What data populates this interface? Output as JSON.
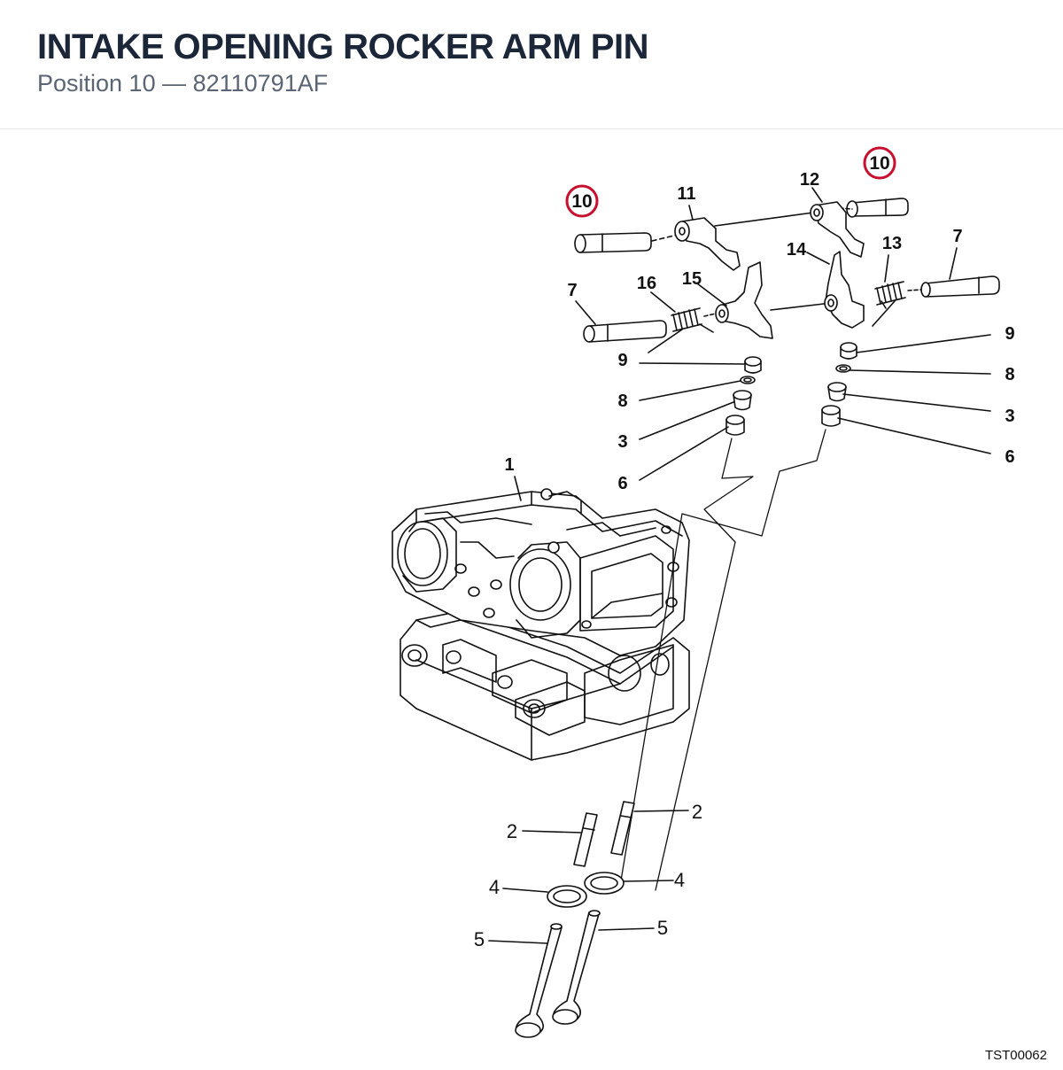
{
  "header": {
    "title": "INTAKE OPENING ROCKER ARM PIN",
    "subtitle": "Position 10 — 82110791AF"
  },
  "figure_code": "TST00062",
  "highlight_color": "#c8102e",
  "callouts": {
    "c10a": "10",
    "c10b": "10",
    "c11": "11",
    "c12": "12",
    "c13": "13",
    "c14": "14",
    "c15": "15",
    "c16": "16",
    "c7a": "7",
    "c7b": "7",
    "c9a": "9",
    "c9b": "9",
    "c8a": "8",
    "c8b": "8",
    "c3a": "3",
    "c3b": "3",
    "c6a": "6",
    "c6b": "6",
    "c1": "1",
    "c2a": "2",
    "c2b": "2",
    "c4a": "4",
    "c4b": "4",
    "c5a": "5",
    "c5b": "5"
  }
}
